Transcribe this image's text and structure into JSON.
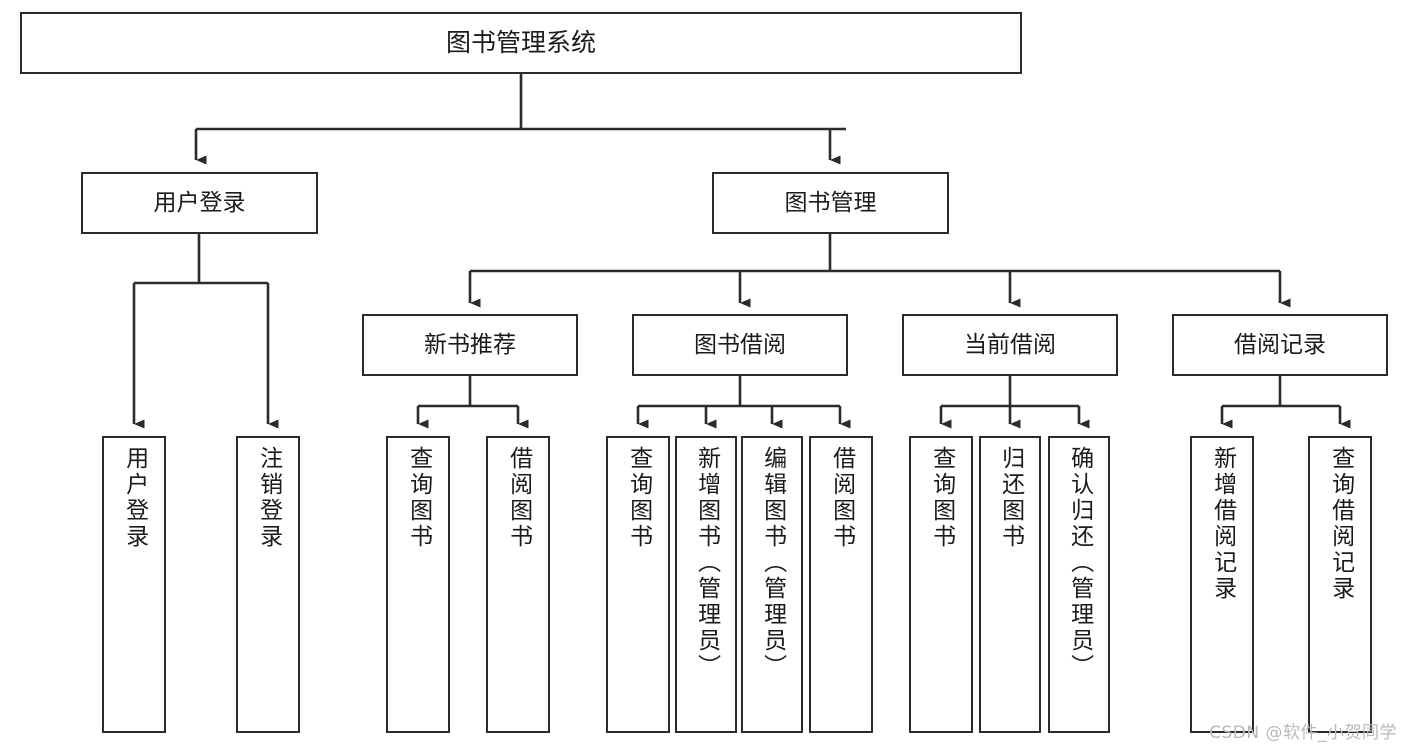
{
  "diagram": {
    "type": "tree-hierarchy",
    "title": "图书管理系统",
    "orientation": "top-down",
    "colors": {
      "box_border": "#2b2b2b",
      "box_fill": "#ffffff",
      "connector": "#2b2b2b",
      "text": "#1b1b1b",
      "watermark": "#b9b9b9",
      "page_background": "#ffffff"
    }
  },
  "nodes": {
    "root": {
      "label": "图书管理系统"
    },
    "level1": [
      {
        "id": "user-login",
        "label": "用户登录"
      },
      {
        "id": "book-management",
        "label": "图书管理"
      }
    ],
    "level2": [
      {
        "id": "new-book-recommend",
        "label": "新书推荐"
      },
      {
        "id": "book-borrow",
        "label": "图书借阅"
      },
      {
        "id": "current-borrow",
        "label": "当前借阅"
      },
      {
        "id": "borrow-record",
        "label": "借阅记录"
      }
    ],
    "leaves": {
      "user-login": [
        {
          "id": "leaf-user-login",
          "label": "用户登录"
        },
        {
          "id": "leaf-logout",
          "label": "注销登录"
        }
      ],
      "new-book-recommend": [
        {
          "id": "leaf-query-book-1",
          "label": "查询图书"
        },
        {
          "id": "leaf-borrow-book-1",
          "label": "借阅图书"
        }
      ],
      "book-borrow": [
        {
          "id": "leaf-query-book-2",
          "label": "查询图书"
        },
        {
          "id": "leaf-add-book",
          "label": "新增图书（管理员）"
        },
        {
          "id": "leaf-edit-book",
          "label": "编辑图书（管理员）"
        },
        {
          "id": "leaf-borrow-book-2",
          "label": "借阅图书"
        }
      ],
      "current-borrow": [
        {
          "id": "leaf-query-book-3",
          "label": "查询图书"
        },
        {
          "id": "leaf-return-book",
          "label": "归还图书"
        },
        {
          "id": "leaf-confirm-return",
          "label": "确认归还（管理员）"
        }
      ],
      "borrow-record": [
        {
          "id": "leaf-add-record",
          "label": "新增借阅记录"
        },
        {
          "id": "leaf-query-record",
          "label": "查询借阅记录"
        }
      ]
    }
  },
  "watermark": {
    "text": "CSDN @软件_小贺同学"
  }
}
